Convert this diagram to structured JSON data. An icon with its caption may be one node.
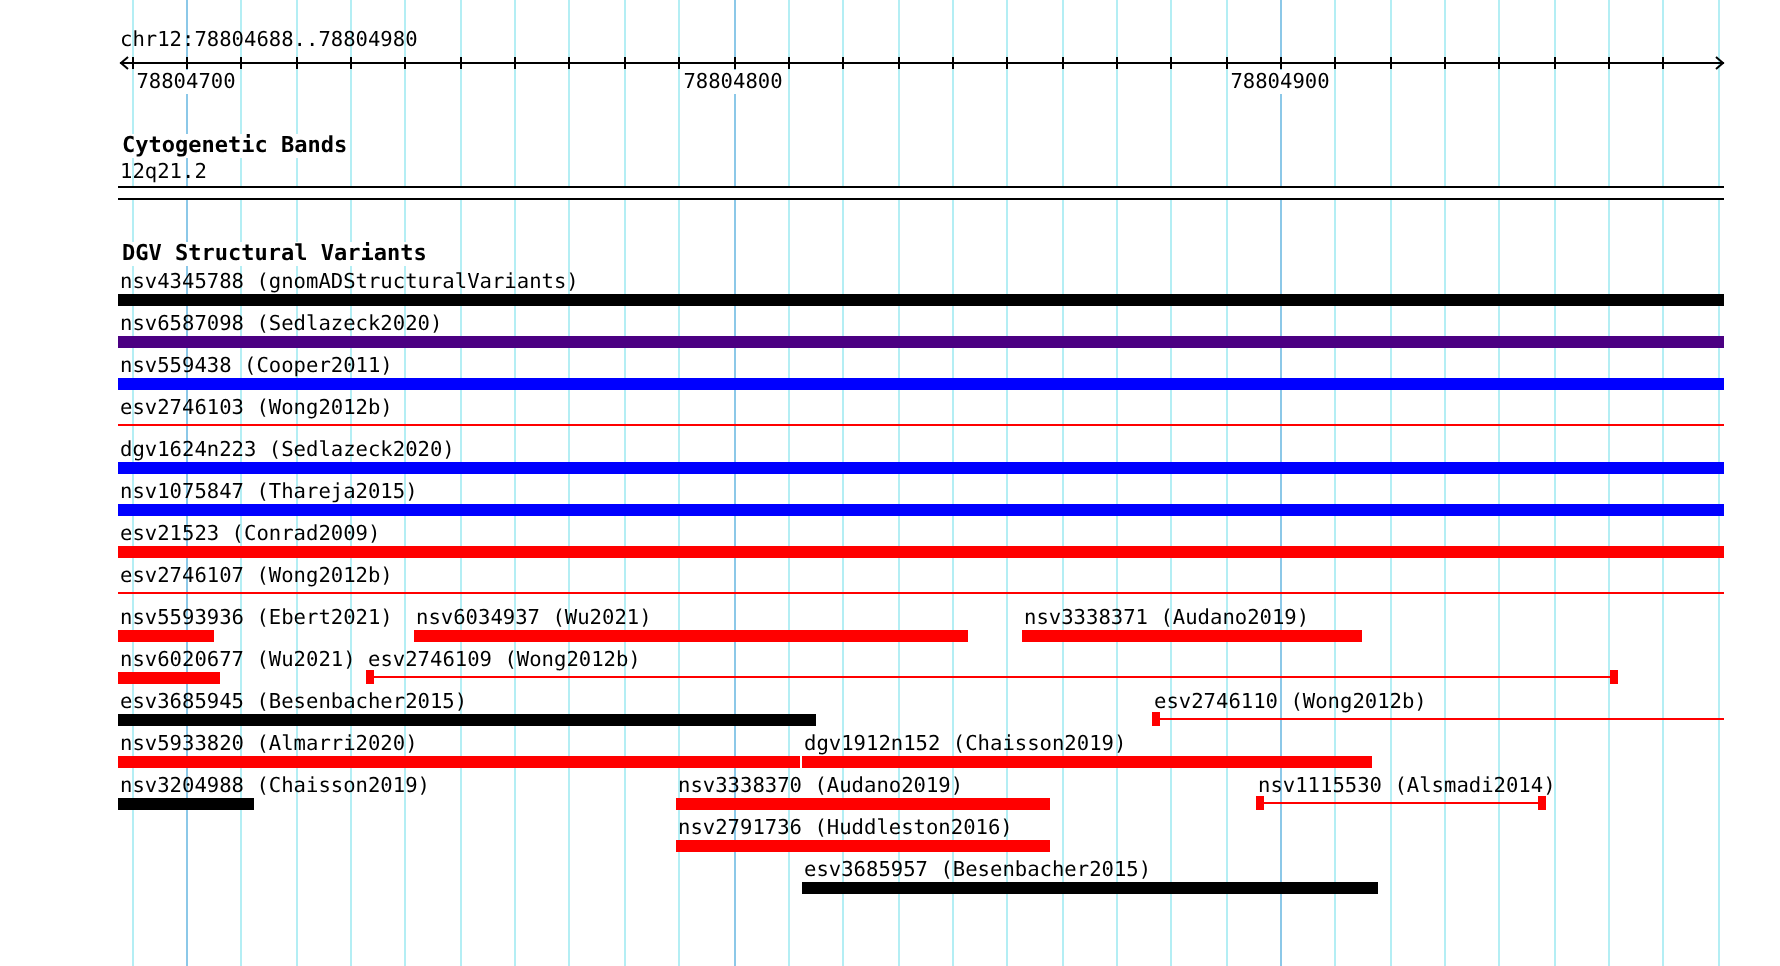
{
  "diagram": {
    "title": "chr12:78804688..78804980",
    "nodes": [
      {
        "text": [
          "12q21.2"
        ]
      },
      {
        "text": [
          "nsv4345788 (gnomADStructuralVariants)"
        ]
      },
      {
        "text": [
          "nsv6587098 (Sedlazeck2020)"
        ]
      },
      {
        "text": [
          "nsv559438 (Cooper2011)"
        ]
      },
      {
        "text": [
          "esv2746103 (Wong2012b)"
        ]
      },
      {
        "text": [
          "dgv1624n223 (Sedlazeck2020)"
        ]
      },
      {
        "text": [
          "nsv1075847 (Thareja2015)"
        ]
      },
      {
        "text": [
          "esv21523 (Conrad2009)"
        ]
      },
      {
        "text": [
          "esv2746107 (Wong2012b)"
        ]
      },
      {
        "text": [
          "nsv5593936 (Ebert2021)"
        ]
      },
      {
        "text": [
          "nsv6034937 (Wu2021)"
        ]
      },
      {
        "text": [
          "nsv3338371 (Audano2019)"
        ]
      },
      {
        "text": [
          "nsv6020677 (Wu2021)"
        ]
      },
      {
        "text": [
          "esv2746109 (Wong2012b)"
        ]
      },
      {
        "text": [
          "esv3685945 (Besenbacher2015)"
        ]
      },
      {
        "text": [
          "esv2746110 (Wong2012b)"
        ]
      },
      {
        "text": [
          "nsv5933820 (Almarri2020)"
        ]
      },
      {
        "text": [
          "dgv1912n152 (Chaisson2019)"
        ]
      },
      {
        "text": [
          "nsv3204988 (Chaisson2019)"
        ]
      },
      {
        "text": [
          "nsv3338370 (Audano2019)"
        ]
      },
      {
        "text": [
          "nsv1115530 (Alsmadi2014)"
        ]
      },
      {
        "text": [
          "nsv2791736 (Huddleston2016)"
        ]
      },
      {
        "text": [
          "esv3685957 (Besenbacher2015)"
        ]
      }
    ],
    "edges": [],
    "labels": [
      "78804700",
      "78804800",
      "78804900",
      "Cytogenetic Bands",
      "DGV Structural Variants"
    ]
  }
}
